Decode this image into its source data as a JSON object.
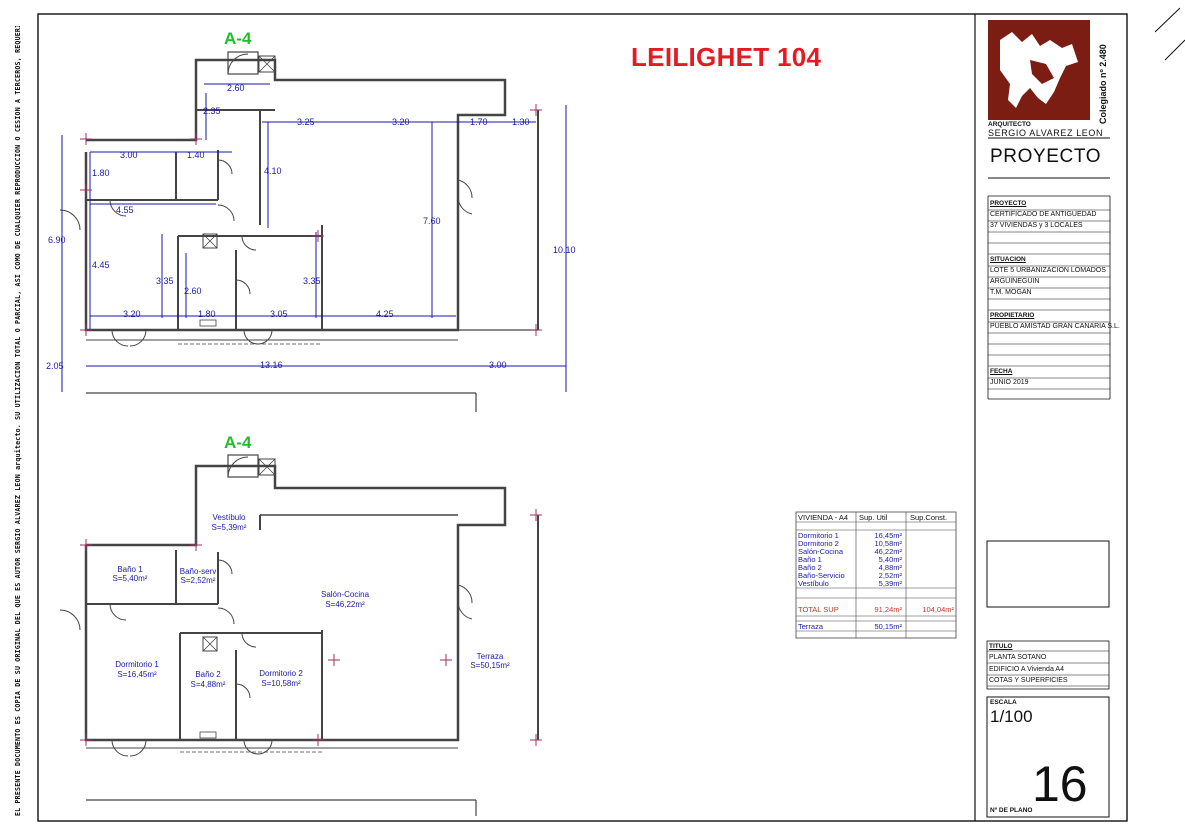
{
  "side_note": "EL PRESENTE DOCUMENTO ES COPIA DE SU ORIGINAL DEL QUE ES AUTOR SERGIO ALVAREZ LEON arquitecto. SU UTILIZACION TOTAL O PARCIAL, ASI COMO DE CUALQUIER REPRODUCCION O CESION A TERCEROS, REQUERIRA LA PREVIA AUTORIZACION EXPRESA DE SU AUTOR QUEDANDO EN TODO CASO PROHIBIDA CUALQUIER MODIFICACION UNILATERAL DEL MISMO.",
  "header": {
    "title": "LEILIGHET 104"
  },
  "plans": {
    "unit_label_top": "A-4",
    "unit_label_bottom": "A-4",
    "dimensions": {
      "d260": "2.60",
      "d235": "2.35",
      "d325": "3.25",
      "d320a": "3.20",
      "d170": "1.70",
      "d130": "1.30",
      "d300a": "3.00",
      "d140": "1.40",
      "d180a": "1.80",
      "d410": "4.10",
      "d455": "4.55",
      "d690": "6.90",
      "d760": "7.60",
      "d1010": "10.10",
      "d445": "4.45",
      "d335a": "3.35",
      "d260b": "2.60",
      "d335b": "3.35",
      "d320b": "3.20",
      "d180b": "1.80",
      "d305": "3.05",
      "d425": "4.25",
      "d205": "2.05",
      "d1316": "13.16",
      "d300b": "3.00"
    },
    "rooms": {
      "vestibulo": {
        "name": "Vestíbulo",
        "area": "S=5,39m²"
      },
      "bano1": {
        "name": "Baño 1",
        "area": "S=5,40m²"
      },
      "banoserv": {
        "name": "Baño-serv",
        "area": "S=2,52m²"
      },
      "salon": {
        "name": "Salón-Cocina",
        "area": "S=46,22m²"
      },
      "terraza": {
        "name": "Terraza",
        "area": "S=50,15m²"
      },
      "dorm1": {
        "name": "Dormitorio 1",
        "area": "S=16,45m²"
      },
      "bano2": {
        "name": "Baño 2",
        "area": "S=4,88m²"
      },
      "dorm2": {
        "name": "Dormitorio 2",
        "area": "S=10,58m²"
      }
    }
  },
  "surface_table": {
    "headers": [
      "VIVIENDA - A4",
      "Sup. Util",
      "Sup.Const."
    ],
    "rows": [
      {
        "name": "Dormitorio 1",
        "util": "16,45m²"
      },
      {
        "name": "Dormitorio 2",
        "util": "10,58m²"
      },
      {
        "name": "Salón-Cocina",
        "util": "46,22m²"
      },
      {
        "name": "Baño 1",
        "util": "5,40m²"
      },
      {
        "name": "Baño 2",
        "util": "4,88m²"
      },
      {
        "name": "Baño-Servicio",
        "util": "2,52m²"
      },
      {
        "name": "Vestíbulo",
        "util": "5,39m²"
      }
    ],
    "total_label": "TOTAL SUP",
    "total_util": "91,24m²",
    "total_const": "104,04m²",
    "terraza_label": "Terraza",
    "terraza_util": "50,15m²"
  },
  "title_block": {
    "colegiado": "Colegiado nº 2.480",
    "arquitecto_label": "ARQUITECTO",
    "arquitecto_name": "SERGIO ALVAREZ LEON",
    "proyecto_big": "PROYECTO",
    "proyecto_head": "PROYECTO",
    "proyecto_line1": "CERTIFICADO DE ANTIGUEDAD",
    "proyecto_line2": "37 VIVIENDAS y 3 LOCALES",
    "situacion_head": "SITUACION",
    "situacion_line1": "LOTE 5 URBANIZACION LOMADOS",
    "situacion_line2": "ARGUINEGUIN",
    "situacion_line3": "T.M. MOGAN",
    "propietario_head": "PROPIETARIO",
    "propietario_line1": "PUEBLO AMISTAD GRAN CANARIA S.L.",
    "fecha_head": "FECHA",
    "fecha_value": "JUNIO 2019",
    "titulo_head": "TITULO",
    "titulo_line1": "PLANTA SOTANO",
    "titulo_line2": "EDIFICIO A Vivienda A4",
    "titulo_line3": "COTAS Y SUPERFICIES",
    "escala_head": "ESCALA",
    "escala_value": "1/100",
    "plano_number": "16",
    "plano_label": "Nº DE PLANO"
  },
  "colors": {
    "dimension": "#1a1aa8",
    "label_green": "#1fbf2a",
    "title_red": "#e31b23",
    "logo_bg": "#7b1d12",
    "wall": "#444444",
    "total_row": "#c0392b"
  }
}
